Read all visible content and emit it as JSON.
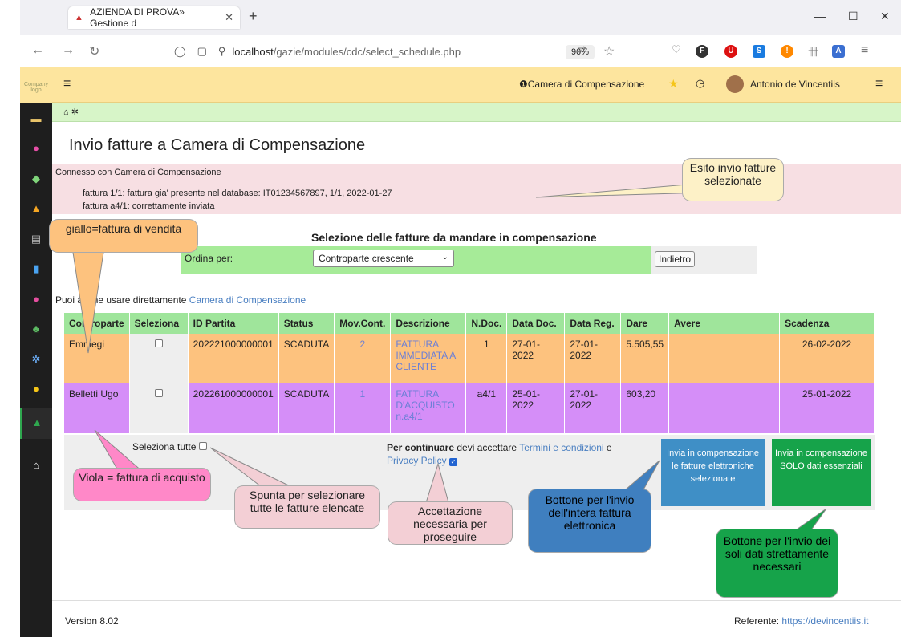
{
  "browser": {
    "tab_title": "AZIENDA DI PROVA» Gestione d",
    "url_host": "localhost",
    "url_path": "/gazie/modules/cdc/select_schedule.php",
    "zoom": "90%"
  },
  "header": {
    "logo": "Company logo",
    "camera": "Camera di Compensazione",
    "user": "Antonio de Vincentiis"
  },
  "page": {
    "title": "Invio fatture a Camera di Compensazione",
    "connected": "Connesso con Camera di Compensazione",
    "msg1": "fattura 1/1: fattura gia' presente nel database: IT01234567897, 1/1, 2022-01-27",
    "msg2": "fattura a4/1: correttamente inviata",
    "section_title": "Selezione delle fatture da mandare in compensazione",
    "order_label": "Ordina per:",
    "order_value": "Controparte crescente",
    "back_btn": "Indietro",
    "direct_text": "Puoi anche usare direttamente",
    "direct_link": "Camera di Compensazione",
    "headers": [
      "Controparte",
      "Seleziona",
      "ID Partita",
      "Status",
      "Mov.Cont.",
      "Descrizione",
      "N.Doc.",
      "Data Doc.",
      "Data Reg.",
      "Dare",
      "Avere",
      "Scadenza"
    ],
    "rows": [
      {
        "controparte": "Emmegi",
        "id": "202221000000001",
        "status": "SCADUTA",
        "mov": "2",
        "descrizione": "FATTURA IMMEDIATA A CLIENTE",
        "ndoc": "1",
        "datadoc": "27-01-2022",
        "datareg": "27-01-2022",
        "dare": "5.505,55",
        "avere": "",
        "scadenza": "26-02-2022"
      },
      {
        "controparte": "Belletti Ugo",
        "id": "202261000000001",
        "status": "SCADUTA",
        "mov": "1",
        "descrizione": "FATTURA D'ACQUISTO n.a4/1",
        "ndoc": "a4/1",
        "datadoc": "25-01-2022",
        "datareg": "27-01-2022",
        "dare": "603,20",
        "avere": "",
        "scadenza": "25-01-2022"
      }
    ],
    "select_all": "Seleziona tutte",
    "continue_bold": "Per continuare",
    "continue_text": " devi accettare ",
    "terms": "Termini e condizioni",
    "and": " e",
    "privacy": "Privacy Policy",
    "btn_full": "Invia in compensazione le fatture elettroniche selezionate",
    "btn_min": "Invia in compensazione SOLO dati essenziali"
  },
  "callouts": {
    "esito": "Esito invio fatture selezionate",
    "giallo": "giallo=fattura di vendita",
    "viola": "Viola = fattura di acquisto",
    "spunta": "Spunta per selezionare tutte le fatture elencate",
    "accettazione": "Accettazione necessaria per proseguire",
    "bottone_full": "Bottone per l'invio dell'intera fattura elettronica",
    "bottone_min": "Bottone per l'invio dei soli dati strettamente necessari"
  },
  "footer": {
    "version": "Version 8.02",
    "ref_label": "Referente:",
    "ref_link": "https://devincentiis.it"
  },
  "colors": {
    "yellow": "#fde59e",
    "green": "#d7f5c8",
    "pink": "#f7dfe3",
    "sale": "#fdc27e",
    "purchase": "#d58ef8"
  }
}
